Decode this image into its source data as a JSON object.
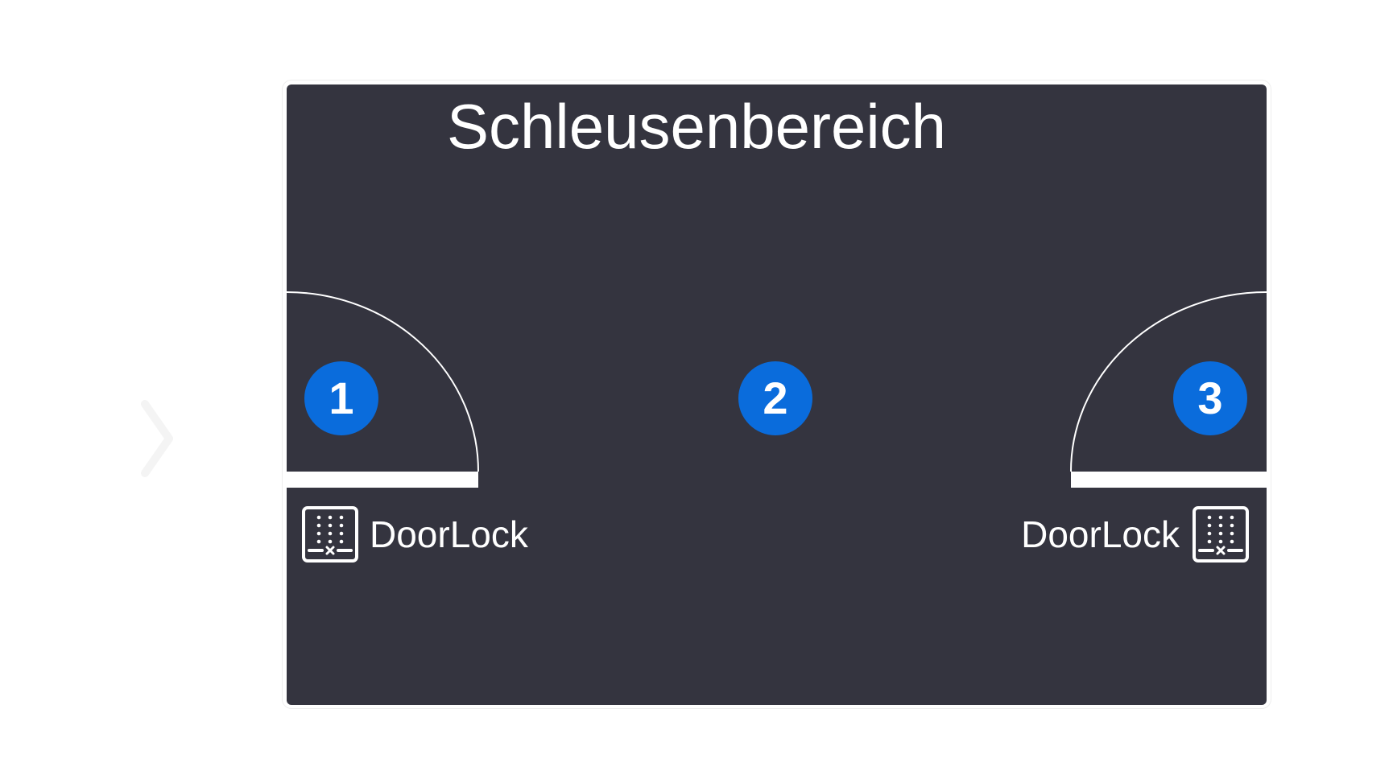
{
  "diagram": {
    "title": "Schleusenbereich",
    "zones": [
      {
        "label": "1"
      },
      {
        "label": "2"
      },
      {
        "label": "3"
      }
    ],
    "doors": [
      {
        "label": "DoorLock",
        "icon": "keypad-icon"
      },
      {
        "label": "DoorLock",
        "icon": "keypad-icon"
      }
    ]
  },
  "colors": {
    "panel": "#34343f",
    "marker": "#0a6cdc",
    "lines": "#ffffff"
  }
}
